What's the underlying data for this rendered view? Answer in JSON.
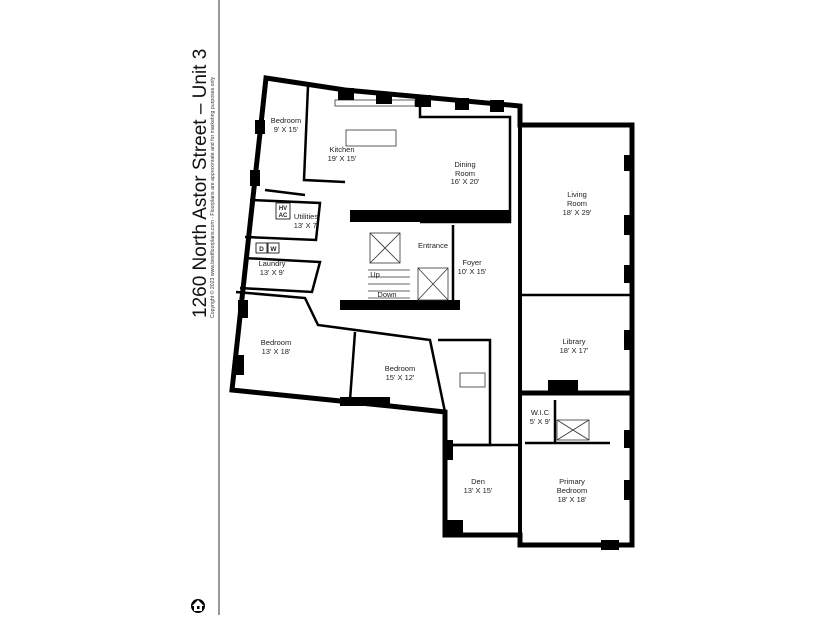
{
  "title": "1260 North Astor Street – Unit 3",
  "copyright": "Copyright © 2023 www.bestfloorplans.com - Floorplans are approximate and for marketing purposes only",
  "logo_icon": "home-icon",
  "fixtures": {
    "hvac_top": "HV",
    "hvac_bottom": "AC",
    "dryer": "D",
    "washer": "W",
    "stairs_up": "Up",
    "stairs_down": "Down"
  },
  "rooms": [
    {
      "name": "Bedroom",
      "size": "9' X 15'"
    },
    {
      "name": "Kitchen",
      "size": "19' X 15'"
    },
    {
      "name": "Dining Room",
      "size": "16' X 20'"
    },
    {
      "name": "Living Room",
      "size": "18' X 29'"
    },
    {
      "name": "Utilities",
      "size": "13' X 7'"
    },
    {
      "name": "Entrance",
      "size": ""
    },
    {
      "name": "Foyer",
      "size": "10' X 15'"
    },
    {
      "name": "Laundry",
      "size": "13' X 9'"
    },
    {
      "name": "Bedroom",
      "size": "13' X 18'"
    },
    {
      "name": "Library",
      "size": "18' X 17'"
    },
    {
      "name": "Bedroom",
      "size": "15' X 12'"
    },
    {
      "name": "W.I.C",
      "size": "5' X 9'"
    },
    {
      "name": "Den",
      "size": "13' X 15'"
    },
    {
      "name": "Primary Bedroom",
      "size": "18' X 18'"
    }
  ]
}
